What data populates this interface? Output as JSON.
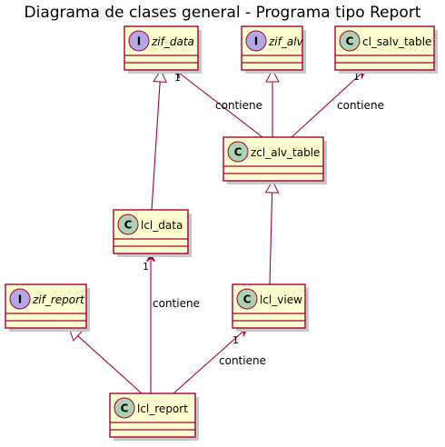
{
  "title": "Diagrama de clases general - Programa tipo Report",
  "colors": {
    "box_fill": "#FEFECE",
    "box_border": "#A80036",
    "edge": "#A80036",
    "interface_badge": "#B4A7E5",
    "class_badge": "#ADD1B2",
    "shadow": "#C8C8C8"
  },
  "nodes": {
    "zif_data": {
      "name": "zif_data",
      "kind": "interface",
      "badge": "I",
      "icon": "interface-badge-icon"
    },
    "zif_alv": {
      "name": "zif_alv",
      "kind": "interface",
      "badge": "I",
      "icon": "interface-badge-icon"
    },
    "cl_salv_table": {
      "name": "cl_salv_table",
      "kind": "class",
      "badge": "C",
      "icon": "class-badge-icon"
    },
    "zcl_alv_table": {
      "name": "zcl_alv_table",
      "kind": "class",
      "badge": "C",
      "icon": "class-badge-icon"
    },
    "lcl_data": {
      "name": "lcl_data",
      "kind": "class",
      "badge": "C",
      "icon": "class-badge-icon"
    },
    "zif_report": {
      "name": "zif_report",
      "kind": "interface",
      "badge": "I",
      "icon": "interface-badge-icon"
    },
    "lcl_view": {
      "name": "lcl_view",
      "kind": "class",
      "badge": "C",
      "icon": "class-badge-icon"
    },
    "lcl_report": {
      "name": "lcl_report",
      "kind": "class",
      "badge": "C",
      "icon": "class-badge-icon"
    }
  },
  "edges": [
    {
      "id": "zcl_alv_table-zif_data",
      "from": "zcl_alv_table",
      "to": "zif_data",
      "type": "association",
      "label": "contiene",
      "multiplicity": "1"
    },
    {
      "id": "zcl_alv_table-zif_alv",
      "from": "zcl_alv_table",
      "to": "zif_alv",
      "type": "realization",
      "label": "",
      "multiplicity": ""
    },
    {
      "id": "zcl_alv_table-cl_salv_table",
      "from": "zcl_alv_table",
      "to": "cl_salv_table",
      "type": "association",
      "label": "contiene",
      "multiplicity": "1"
    },
    {
      "id": "lcl_data-zif_data",
      "from": "lcl_data",
      "to": "zif_data",
      "type": "realization",
      "label": "",
      "multiplicity": ""
    },
    {
      "id": "lcl_view-zcl_alv_table",
      "from": "lcl_view",
      "to": "zcl_alv_table",
      "type": "inheritance",
      "label": "",
      "multiplicity": ""
    },
    {
      "id": "lcl_report-lcl_data",
      "from": "lcl_report",
      "to": "lcl_data",
      "type": "association",
      "label": "contiene",
      "multiplicity": "1"
    },
    {
      "id": "lcl_report-zif_report",
      "from": "lcl_report",
      "to": "zif_report",
      "type": "realization",
      "label": "",
      "multiplicity": ""
    },
    {
      "id": "lcl_report-lcl_view",
      "from": "lcl_report",
      "to": "lcl_view",
      "type": "association",
      "label": "contiene",
      "multiplicity": "1"
    }
  ]
}
